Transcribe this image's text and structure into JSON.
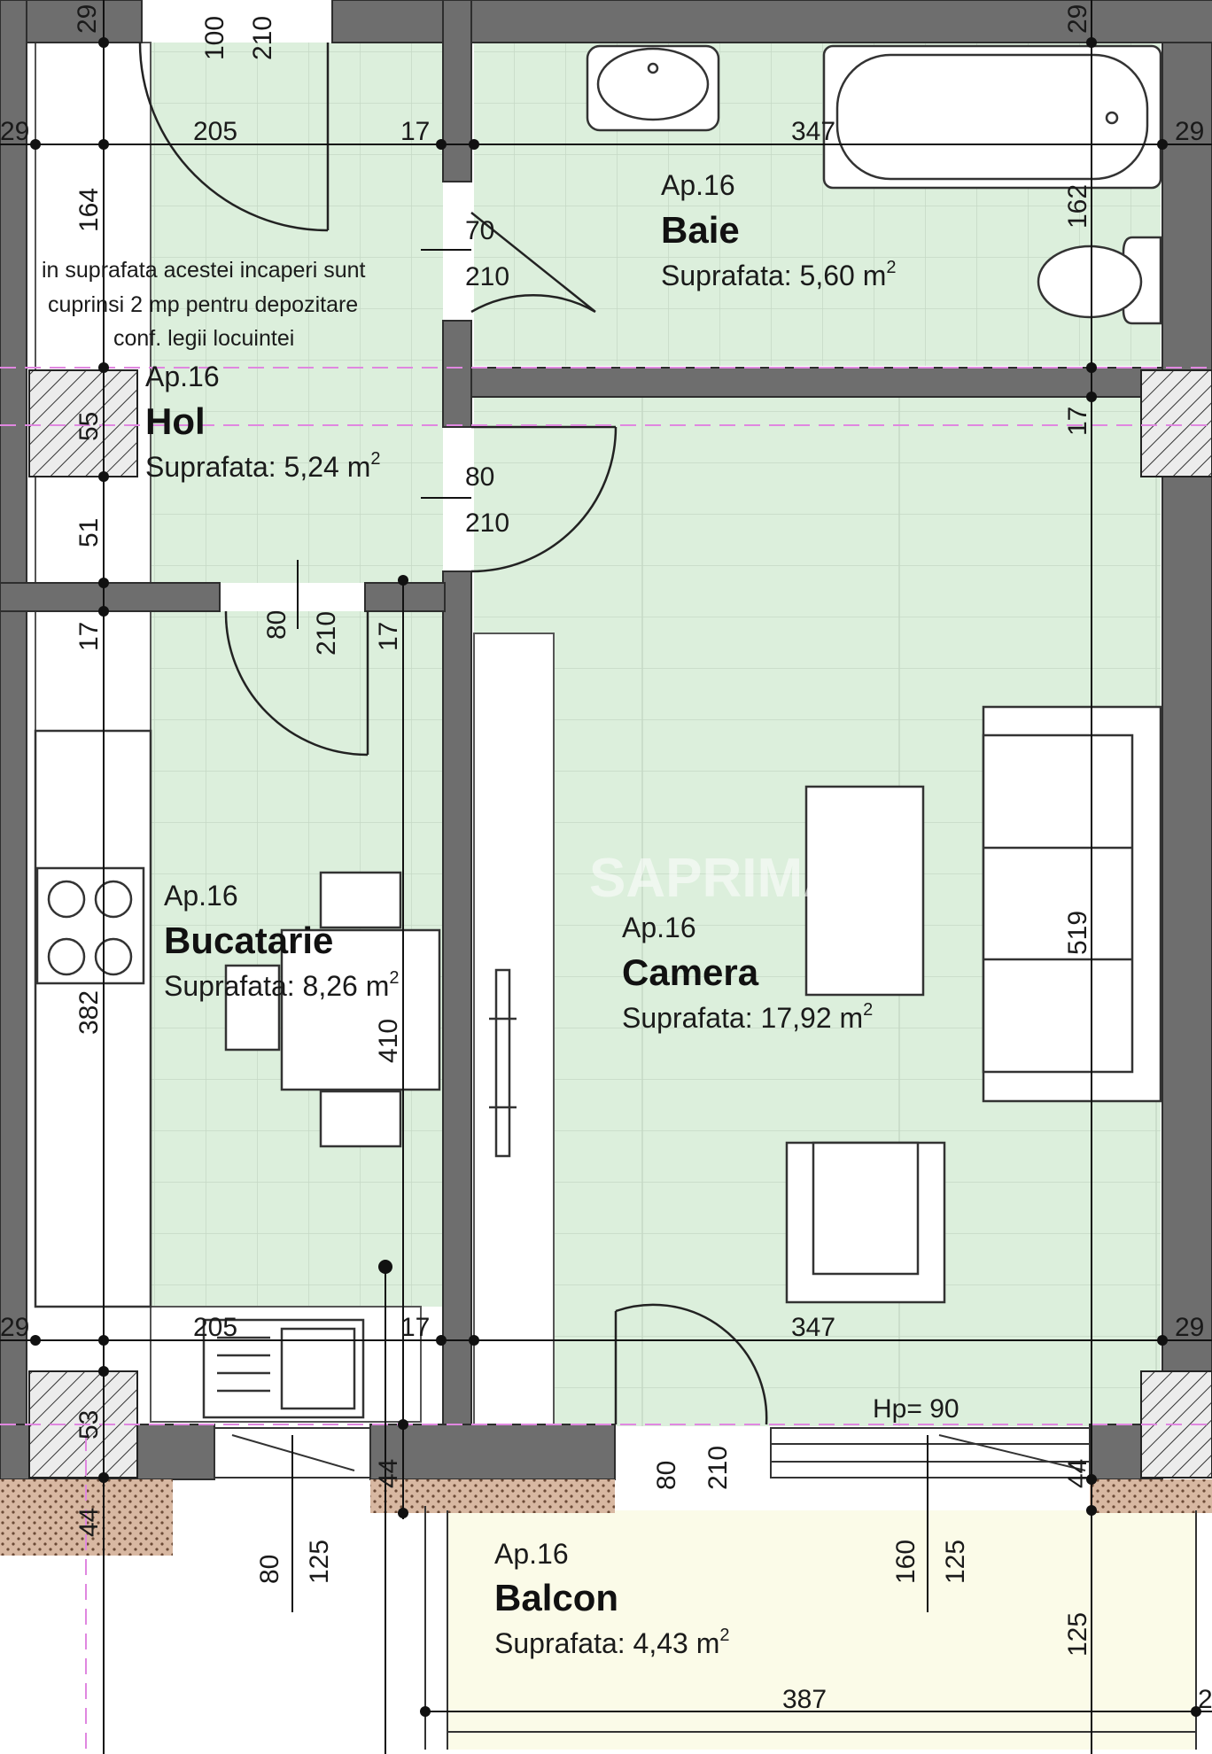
{
  "colors": {
    "floor_fill": "#dcefdc",
    "balcony_fill": "#fbfbe8",
    "wall_fill": "#6e6e6e",
    "wall_stroke": "#2e2e2e",
    "grid_line": "#e087e0"
  },
  "rooms": {
    "baie": {
      "apartment": "Ap.16",
      "name": "Baie",
      "area": "Suprafata: 5,60 m",
      "area_exp": "2"
    },
    "hol": {
      "apartment": "Ap.16",
      "name": "Hol",
      "area": "Suprafata: 5,24 m",
      "area_exp": "2"
    },
    "bucatarie": {
      "apartment": "Ap.16",
      "name": "Bucatarie",
      "area": "Suprafata: 8,26 m",
      "area_exp": "2"
    },
    "camera": {
      "apartment": "Ap.16",
      "name": "Camera",
      "area": "Suprafata: 17,92 m",
      "area_exp": "2"
    },
    "balcon": {
      "apartment": "Ap.16",
      "name": "Balcon",
      "area": "Suprafata: 4,43 m",
      "area_exp": "2"
    }
  },
  "note": {
    "line1": "in suprafata acestei incaperi sunt",
    "line2": "cuprinsi 2 mp pentru depozitare",
    "line3": "conf. legii locuintei"
  },
  "hp_label": "Hp= 90",
  "watermark": "SAPRIMA",
  "dimensions": {
    "top_29_left": "29",
    "top_100": "100",
    "top_210": "210",
    "top_29_right": "29",
    "row1_29_left": "29",
    "row1_205": "205",
    "row1_17": "17",
    "row1_347": "347",
    "row1_29_right": "29",
    "hol_164": "164",
    "hol_55": "55",
    "hol_51": "51",
    "door_bath_70": "70",
    "door_bath_210": "210",
    "door_cam_80": "80",
    "door_cam_210": "210",
    "door_kit_80": "80",
    "door_kit_210": "210",
    "kit_17a": "17",
    "kit_17b": "17",
    "bath_162": "162",
    "cam_17": "17",
    "kit_382": "382",
    "kit_410": "410",
    "cam_519": "519",
    "row2_29_left": "29",
    "row2_205": "205",
    "row2_17": "17",
    "row2_347": "347",
    "row2_29_right": "29",
    "left_53": "53",
    "left_44a": "44",
    "mid_44": "44",
    "right_44": "44",
    "door_bal_80": "80",
    "door_bal_210": "210",
    "win_kit_80": "80",
    "win_kit_125": "125",
    "win_cam_160": "160",
    "win_cam_125": "125",
    "bal_125": "125",
    "bal_387": "387",
    "bal_2": "2"
  }
}
